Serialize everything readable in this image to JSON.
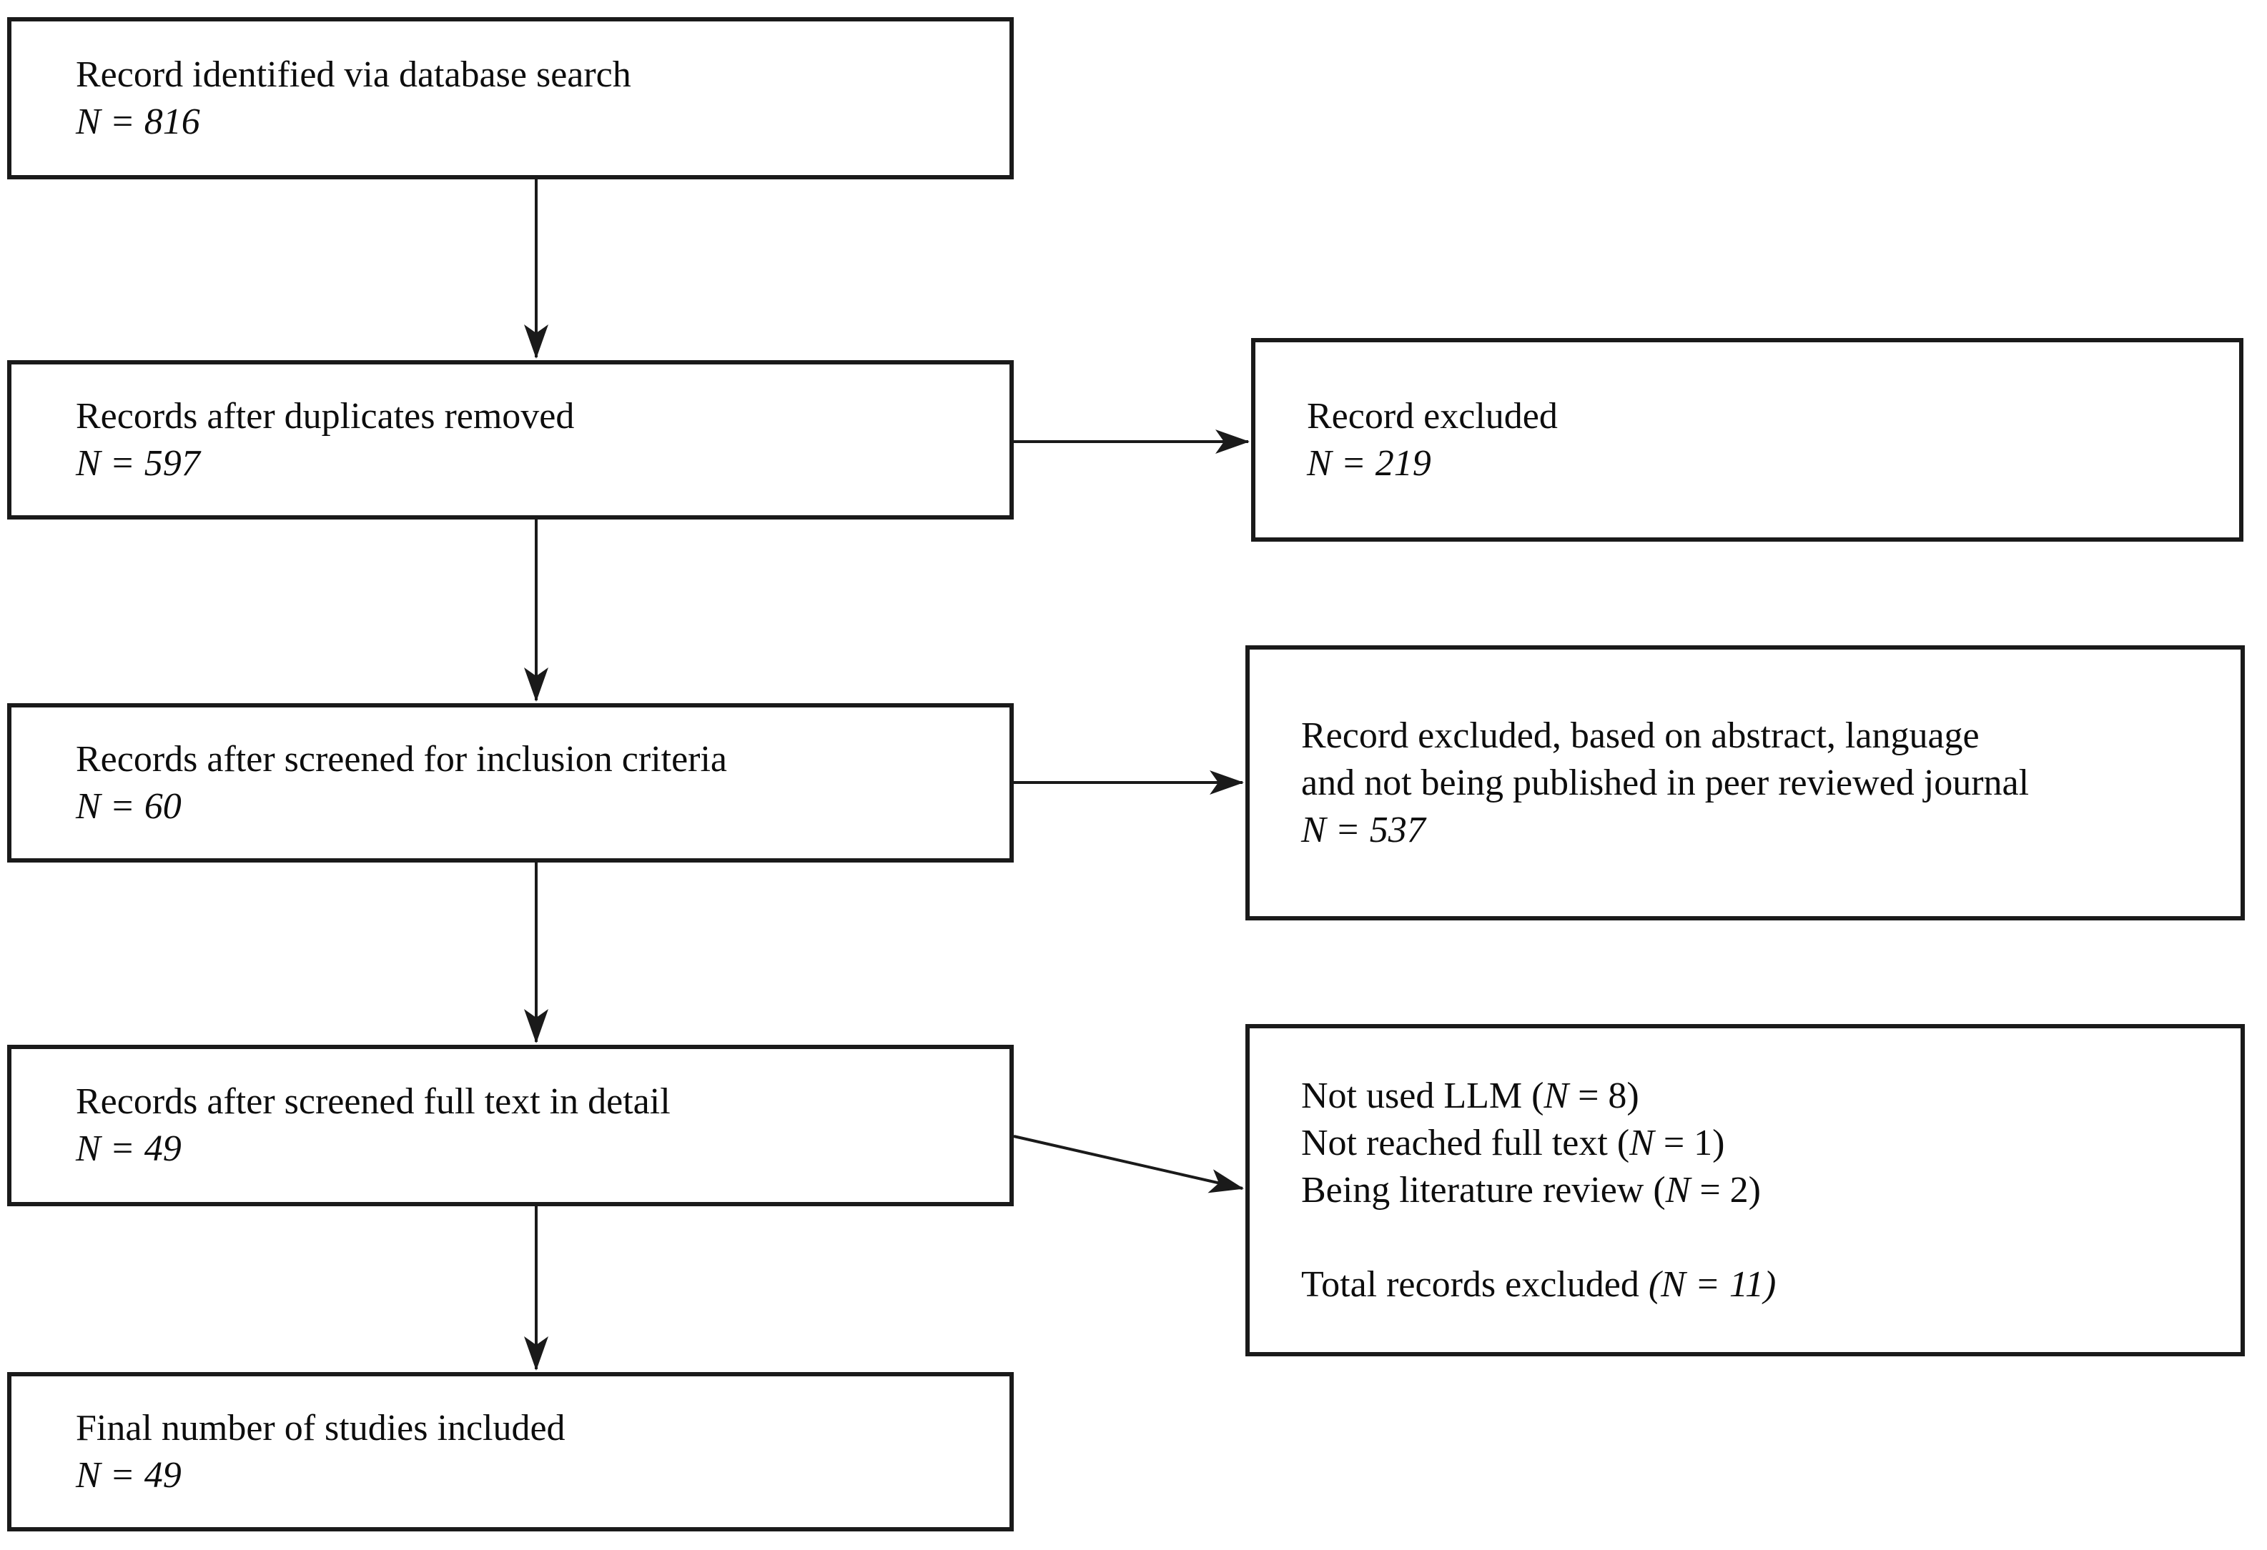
{
  "diagram": {
    "type": "flowchart",
    "description": "Study selection flow diagram (PRISMA-style record screening)",
    "colors": {
      "background": "#ffffff",
      "box_border": "#1a1a1a",
      "text": "#0d0d0d",
      "arrow": "#1a1a1a"
    },
    "boxes": {
      "identified": {
        "lines": [
          [
            {
              "t": "Record identified via database search"
            }
          ],
          [
            {
              "t": "N = 816",
              "i": true
            }
          ]
        ]
      },
      "duplicates_removed": {
        "lines": [
          [
            {
              "t": "Records after duplicates removed"
            }
          ],
          [
            {
              "t": "N = 597",
              "i": true
            }
          ]
        ]
      },
      "screened_inclusion": {
        "lines": [
          [
            {
              "t": "Records after screened for inclusion criteria"
            }
          ],
          [
            {
              "t": "N = 60",
              "i": true
            }
          ]
        ]
      },
      "screened_fulltext": {
        "lines": [
          [
            {
              "t": "Records after screened full text in detail"
            }
          ],
          [
            {
              "t": "N = 49",
              "i": true
            }
          ]
        ]
      },
      "final_included": {
        "lines": [
          [
            {
              "t": "Final number of studies included"
            }
          ],
          [
            {
              "t": "N = 49",
              "i": true
            }
          ]
        ]
      },
      "excluded_duplicates": {
        "lines": [
          [
            {
              "t": "Record excluded"
            }
          ],
          [
            {
              "t": "N = 219",
              "i": true
            }
          ]
        ]
      },
      "excluded_abstract": {
        "lines": [
          [
            {
              "t": "Record excluded, based on abstract, language"
            }
          ],
          [
            {
              "t": "and not being published in peer reviewed journal"
            }
          ],
          [
            {
              "t": "N = 537",
              "i": true
            }
          ]
        ]
      },
      "excluded_fulltext": {
        "lines": [
          [
            {
              "t": "Not used LLM ("
            },
            {
              "t": "N",
              "i": true
            },
            {
              "t": " = 8)"
            }
          ],
          [
            {
              "t": "Not reached full text ("
            },
            {
              "t": "N",
              "i": true
            },
            {
              "t": " = 1)"
            }
          ],
          [
            {
              "t": "Being literature review ("
            },
            {
              "t": "N",
              "i": true
            },
            {
              "t": " = 2)"
            }
          ],
          [],
          [
            {
              "t": "Total records excluded "
            },
            {
              "t": "(N = 11)",
              "i": true
            }
          ]
        ]
      }
    },
    "flow": [
      {
        "from": "identified",
        "to": "duplicates_removed"
      },
      {
        "from": "duplicates_removed",
        "to": "screened_inclusion"
      },
      {
        "from": "duplicates_removed",
        "to": "excluded_duplicates"
      },
      {
        "from": "screened_inclusion",
        "to": "screened_fulltext"
      },
      {
        "from": "screened_inclusion",
        "to": "excluded_abstract"
      },
      {
        "from": "screened_fulltext",
        "to": "final_included"
      },
      {
        "from": "screened_fulltext",
        "to": "excluded_fulltext"
      }
    ]
  }
}
